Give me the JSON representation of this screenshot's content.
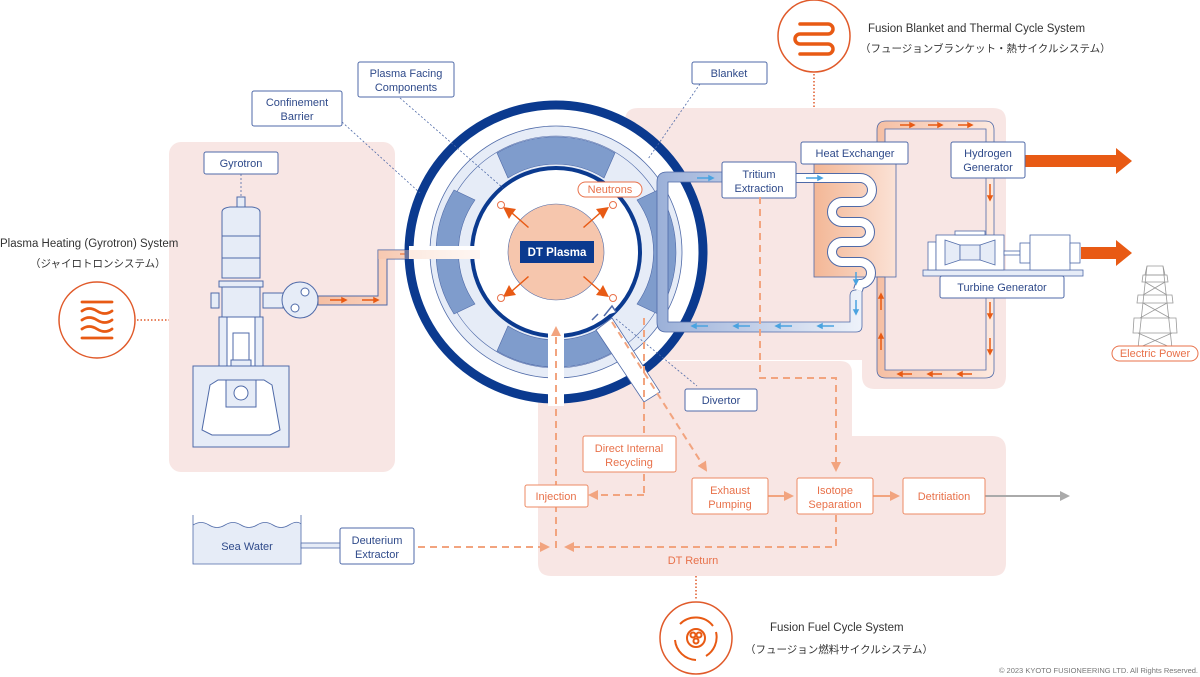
{
  "systems": {
    "blanket": {
      "title": "Fusion Blanket and Thermal Cycle System",
      "subtitle": "（フュージョンブランケット・熱サイクルシステム）",
      "icon": "coil-icon"
    },
    "heating": {
      "title": "Plasma Heating (Gyrotron) System",
      "subtitle": "（ジャイロトロンシステム）",
      "icon": "waves-icon"
    },
    "fuel": {
      "title": "Fusion Fuel Cycle System",
      "subtitle": "（フュージョン燃料サイクルシステム）",
      "icon": "cycle-icon"
    }
  },
  "labels": {
    "gyrotron": "Gyrotron",
    "confinement_1": "Confinement",
    "confinement_2": "Barrier",
    "pfc_1": "Plasma Facing",
    "pfc_2": "Components",
    "blanket": "Blanket",
    "neutrons": "Neutrons",
    "dt_plasma": "DT Plasma",
    "divertor": "Divertor",
    "tritium_1": "Tritium",
    "tritium_2": "Extraction",
    "heat_exchanger": "Heat Exchanger",
    "hydrogen_1": "Hydrogen",
    "hydrogen_2": "Generator",
    "turbine": "Turbine Generator",
    "electric_power": "Electric Power",
    "direct_1": "Direct Internal",
    "direct_2": "Recycling",
    "injection": "Injection",
    "exhaust_1": "Exhaust",
    "exhaust_2": "Pumping",
    "isotope_1": "Isotope",
    "isotope_2": "Separation",
    "detritiation": "Detritiation",
    "sea_water": "Sea Water",
    "deuterium_1": "Deuterium",
    "deuterium_2": "Extractor",
    "dt_return": "DT Return"
  },
  "colors": {
    "navy": "#0b3a8f",
    "label_blue": "#2f4a8a",
    "accent_orange": "#e85a14",
    "fuel_orange": "#f2a47f",
    "panel_pink": "#f8e6e4"
  },
  "footer": {
    "copyright": "© 2023 KYOTO FUSIONEERING LTD.  All Rights Reserved."
  }
}
